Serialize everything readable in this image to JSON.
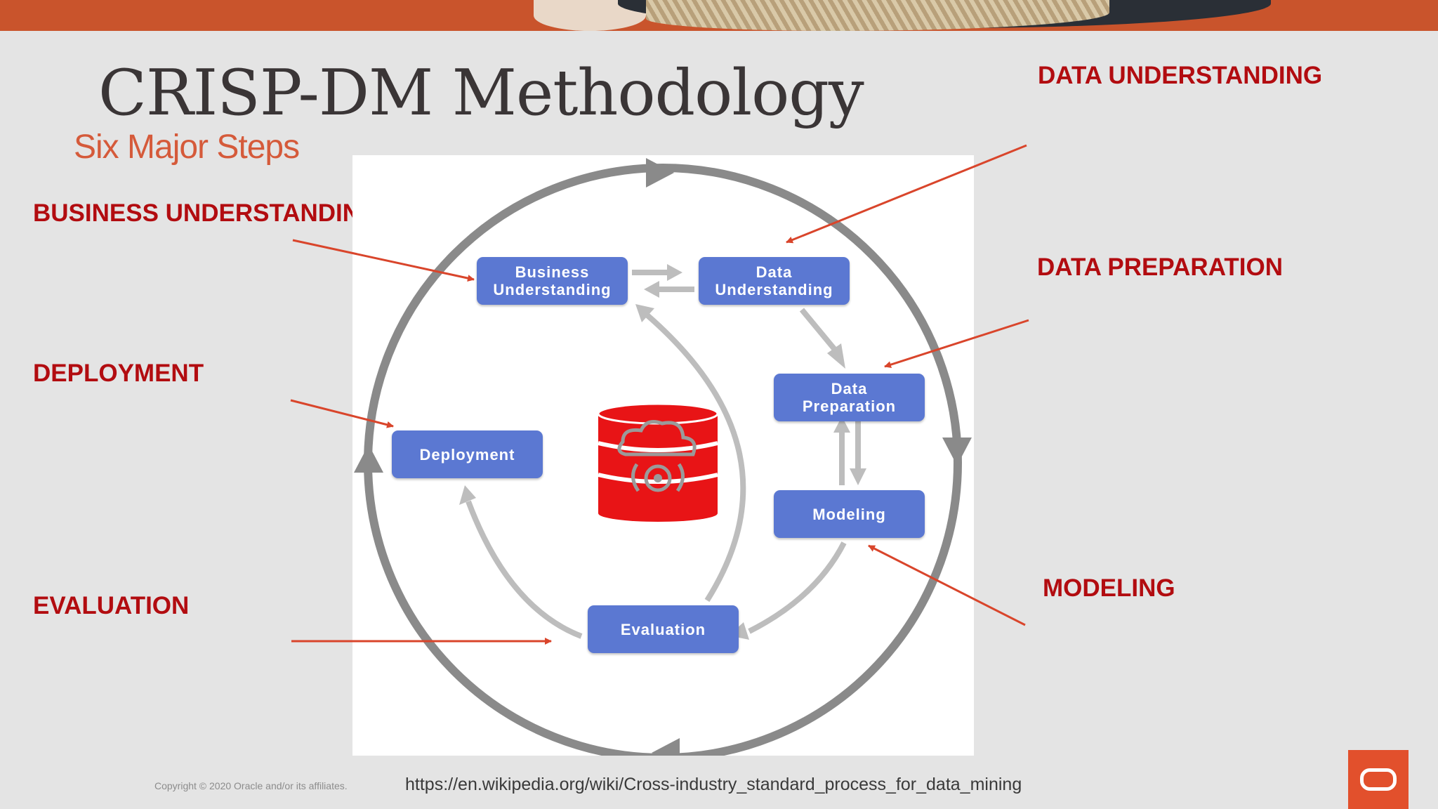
{
  "title": "CRISP-DM Methodology",
  "subtitle": "Six Major Steps",
  "callouts": {
    "business_understanding": "BUSINESS UNDERSTANDING",
    "deployment": "DEPLOYMENT",
    "evaluation": "EVALUATION",
    "data_understanding": "DATA UNDERSTANDING",
    "data_preparation": "DATA PREPARATION",
    "modeling": "MODELING"
  },
  "diagram": {
    "nodes": {
      "business": "Business\nUnderstanding",
      "data_understanding": "Data\nUnderstanding",
      "data_preparation": "Data\nPreparation",
      "modeling": "Modeling",
      "evaluation": "Evaluation",
      "deployment": "Deployment"
    },
    "center_icon": "database-cloud-brain-icon"
  },
  "footer": {
    "copyright": "Copyright © 2020 Oracle and/or its affiliates.",
    "source": "https://en.wikipedia.org/wiki/Cross-industry_standard_process_for_data_mining"
  },
  "logo": "oracle-logo",
  "colors": {
    "callout": "#b20c10",
    "subtitle": "#d55a3a",
    "node": "#5b78d2",
    "arrow": "#d9452b",
    "database": "#e81416"
  }
}
